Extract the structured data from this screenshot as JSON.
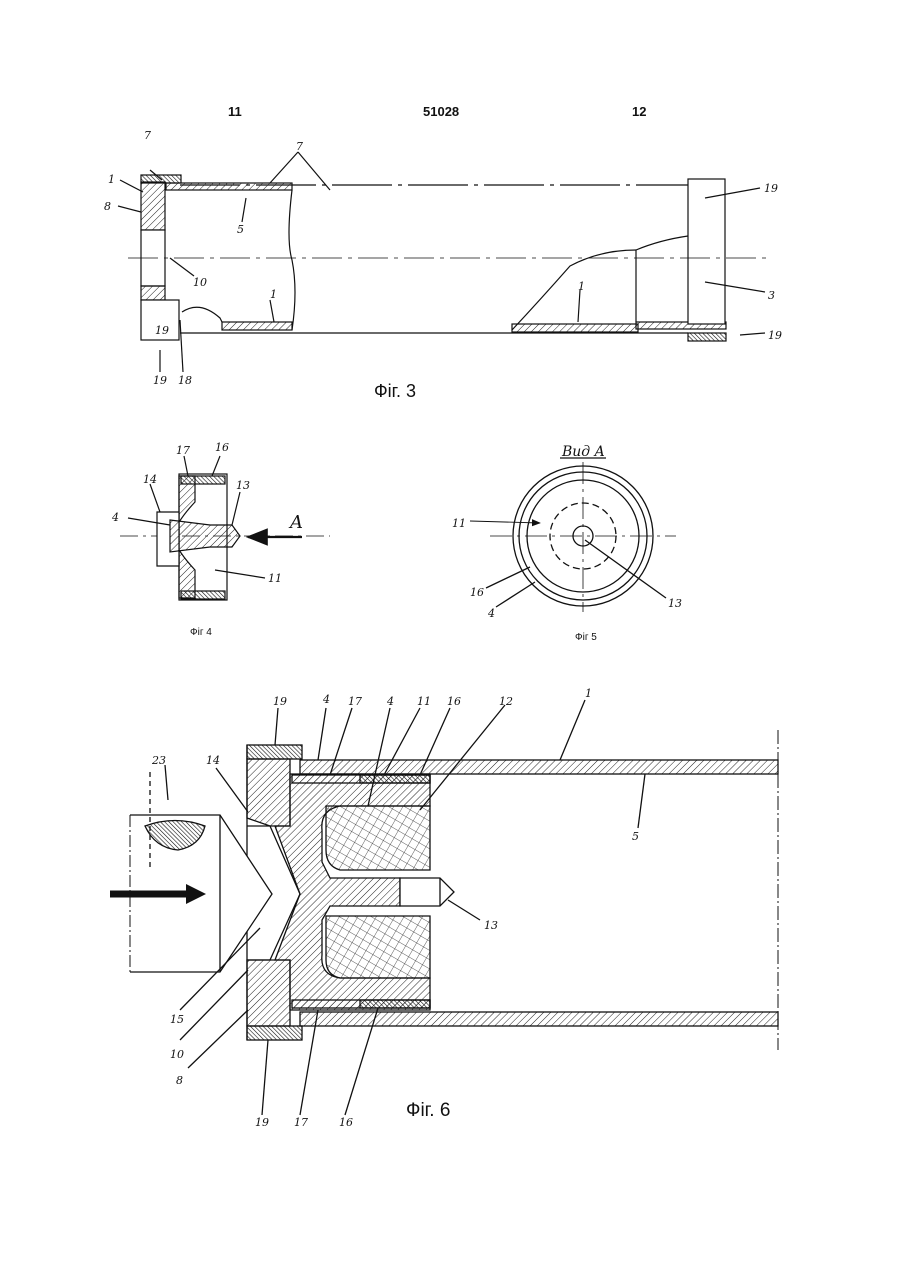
{
  "header": {
    "page_left": "11",
    "patent_number": "51028",
    "page_right": "12"
  },
  "figures": {
    "fig3": {
      "caption": "Фiг. 3",
      "labels": [
        "7",
        "1",
        "8",
        "5",
        "10",
        "1",
        "19",
        "19",
        "18",
        "1",
        "19",
        "3",
        "7",
        "19"
      ]
    },
    "fig4": {
      "caption": "Фiг 4",
      "labels": [
        "17",
        "16",
        "14",
        "13",
        "4",
        "A",
        "11"
      ]
    },
    "fig5": {
      "caption": "Фiг 5",
      "view_title": "Вид A",
      "labels": [
        "11",
        "16",
        "4",
        "13"
      ]
    },
    "fig6": {
      "caption": "Фiг. 6",
      "labels": [
        "19",
        "4",
        "17",
        "4",
        "11",
        "16",
        "12",
        "1",
        "23",
        "14",
        "5",
        "13",
        "15",
        "10",
        "8",
        "19",
        "17",
        "16"
      ]
    }
  }
}
